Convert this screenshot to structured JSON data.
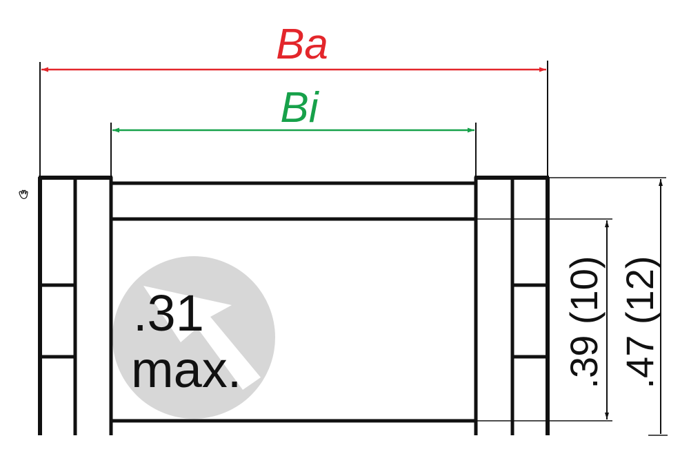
{
  "dimensions": {
    "outer_width": {
      "label": "Ba",
      "color": "#e3262b"
    },
    "inner_width": {
      "label": "Bi",
      "color": "#17a14a"
    },
    "inner_height": {
      "label": ".39 (10)"
    },
    "outer_height": {
      "label": ".47 (12)"
    }
  },
  "badge": {
    "line1": ".31",
    "line2": "max.",
    "fill": "#d7d7d7"
  },
  "colors": {
    "line": "#111111"
  }
}
